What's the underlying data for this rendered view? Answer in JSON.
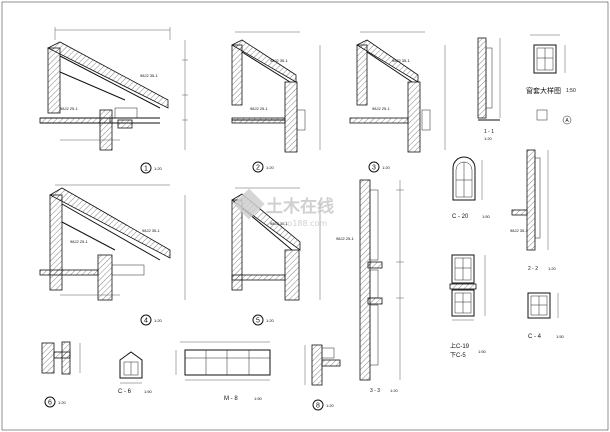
{
  "sheet": {
    "title_block": {
      "label": "窗套大样图",
      "scale": "1:50",
      "mark": "A"
    },
    "details": [
      {
        "id": "d1",
        "label": "1",
        "scale": "1:20"
      },
      {
        "id": "d2",
        "label": "2",
        "scale": "1:20"
      },
      {
        "id": "d3",
        "label": "3",
        "scale": "1:20"
      },
      {
        "id": "d4",
        "label": "4",
        "scale": "1:20"
      },
      {
        "id": "d5",
        "label": "5",
        "scale": "1:20"
      },
      {
        "id": "d6",
        "label": "6",
        "scale": "1:20"
      },
      {
        "id": "d8",
        "label": "8",
        "scale": "1:20"
      }
    ],
    "sections": [
      {
        "id": "s11",
        "label": "1 - 1",
        "scale": "1:20"
      },
      {
        "id": "s22",
        "label": "2 - 2",
        "scale": "1:20"
      },
      {
        "id": "s33",
        "label": "3 - 3",
        "scale": "1:20"
      }
    ],
    "windows": [
      {
        "id": "c20",
        "label": "C - 20",
        "scale": "1:50"
      },
      {
        "id": "c19",
        "label": "上C-19",
        "label2": "下C-5",
        "scale": "1:50"
      },
      {
        "id": "c4",
        "label": "C - 4",
        "scale": "1:50"
      },
      {
        "id": "c6",
        "label": "C - 6",
        "scale": "1:50"
      },
      {
        "id": "m8",
        "label": "M - 8",
        "scale": "1:50"
      }
    ],
    "watermark": {
      "main": "土木在线",
      "sub": "co188.com"
    }
  }
}
